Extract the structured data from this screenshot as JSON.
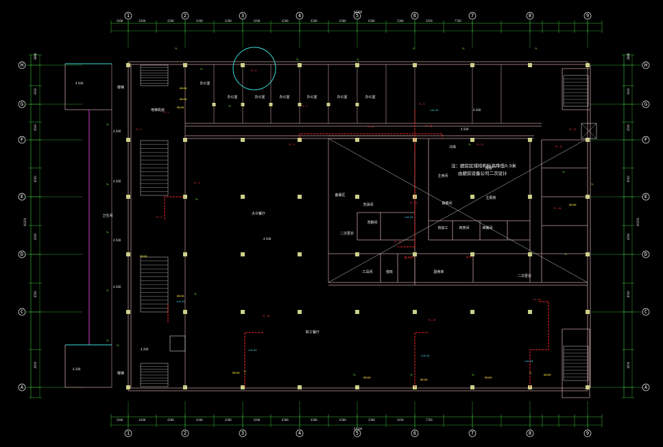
{
  "drawing": {
    "background": "#000000",
    "colors": {
      "wall": "#c8a0a0",
      "axis_line": "#3fd13f",
      "dim_line": "#3fd13f",
      "axis_bubble": "#ffffff",
      "column": "#cdd08a",
      "pipe_red": "#ff2a2a",
      "tag_green": "#7dff3c",
      "tag_yellow": "#ffe83a",
      "tag_cyan": "#44e8ff",
      "magenta": "#e23be0",
      "cloud": "#3ee0e0"
    },
    "axes_top": [
      "1",
      "2",
      "3",
      "4",
      "5",
      "6",
      "7",
      "8",
      "9"
    ],
    "axes_bottom": [
      "1",
      "2",
      "3",
      "4",
      "5",
      "6",
      "7",
      "8",
      "9"
    ],
    "axes_left": [
      "H",
      "G",
      "F",
      "E",
      "D",
      "C",
      "A"
    ],
    "axes_right": [
      "H",
      "G",
      "F",
      "E",
      "D",
      "C",
      "A"
    ],
    "dims_top": [
      "3300",
      "6300",
      "4200",
      "4200",
      "4200",
      "4200",
      "4200",
      "4200",
      "6300",
      "6300",
      "3300",
      "3450",
      "7760"
    ],
    "dims_bottom": [
      "3300",
      "6300",
      "4200",
      "4200",
      "4200",
      "4200",
      "6300",
      "4200",
      "6300",
      "3300",
      "3450",
      "7760"
    ],
    "dims_left": [
      "3300",
      "3300",
      "4500",
      "4500",
      "4500",
      "4500",
      "4500",
      "3300"
    ],
    "dims_right": [
      "3300",
      "3300",
      "4500",
      "4500",
      "4500",
      "4500",
      "4500",
      "3300"
    ],
    "overall_top": "64200",
    "overall_left": "40200",
    "overall_right": "40200",
    "rooms": [
      {
        "id": "hall-big",
        "label": "大众餐厅"
      },
      {
        "id": "staff-canteen",
        "label": "职工餐厅"
      },
      {
        "id": "main-kitchen",
        "label": "主厨房"
      },
      {
        "id": "prep-area",
        "label": "备餐区"
      },
      {
        "id": "office-1",
        "label": "办公室"
      },
      {
        "id": "office-2",
        "label": "办公室"
      },
      {
        "id": "office-3",
        "label": "办公室"
      },
      {
        "id": "office-4",
        "label": "办公室"
      },
      {
        "id": "office-5",
        "label": "办公室"
      },
      {
        "id": "office-6",
        "label": "办公室"
      },
      {
        "id": "office-7",
        "label": "办公室"
      },
      {
        "id": "stair-label-1",
        "label": "楼梯"
      },
      {
        "id": "stair-label-2",
        "label": "楼梯"
      },
      {
        "id": "toilet-label",
        "label": "卫生间"
      },
      {
        "id": "second-cook",
        "label": "二次更衣"
      },
      {
        "id": "second-cook-2",
        "label": "二次更衣"
      },
      {
        "id": "cold-room",
        "label": "冷库"
      },
      {
        "id": "warehouse",
        "label": "库房"
      },
      {
        "id": "wash-room",
        "label": "洗消间"
      },
      {
        "id": "dish-room",
        "label": "洗碗间"
      },
      {
        "id": "staple-room",
        "label": "主食间"
      },
      {
        "id": "veg-room",
        "label": "蔬菜间"
      },
      {
        "id": "meat-room",
        "label": "肉类间"
      },
      {
        "id": "west-room",
        "label": "西餐间"
      },
      {
        "id": "hot-room",
        "label": "热加工"
      },
      {
        "id": "side-room",
        "label": "副食库"
      },
      {
        "id": "tools-room",
        "label": "工具间"
      },
      {
        "id": "duty",
        "label": "值班"
      },
      {
        "id": "elevator-room",
        "label": "电梯机房"
      }
    ],
    "note": {
      "line1": "注：厨房区域结构标高降低0.3米",
      "line2": "由厨房设备公司二次设计"
    },
    "tags_red": [
      "FL-1",
      "FL-2",
      "FL-3",
      "FL-4",
      "FL-5",
      "FL-6",
      "FL-7",
      "FL-8",
      "FL-9",
      "FL-10",
      "FL-11",
      "FL-12",
      "FL-13",
      "FL-14",
      "FL-15",
      "FL-16",
      "FL-17",
      "FL-18",
      "FL-19",
      "FL-20"
    ],
    "tags_green": [
      "YL",
      "YL",
      "YL",
      "YL",
      "YL",
      "YL",
      "YL",
      "YL",
      "YL",
      "YL",
      "YL",
      "YL",
      "YL",
      "YL",
      "YL",
      "YL",
      "YL",
      "YL",
      "YL",
      "YL",
      "YL",
      "YL",
      "YL",
      "YL",
      "YL"
    ],
    "tags_yellow": [
      "DN100",
      "DN100",
      "DN100",
      "DN100",
      "DN100",
      "DN100",
      "DN100",
      "DN100",
      "DN100",
      "DN100",
      "DN100"
    ],
    "tags_cyan": [
      "i=0.01",
      "i=0.01",
      "i=0.01",
      "i=0.01",
      "i=0.01",
      "i=0.01"
    ],
    "levels": [
      "4.500",
      "4.500",
      "4.500",
      "4.500",
      "4.500",
      "4.200",
      "4.200",
      "4.200",
      "4.500",
      "4.500"
    ]
  }
}
